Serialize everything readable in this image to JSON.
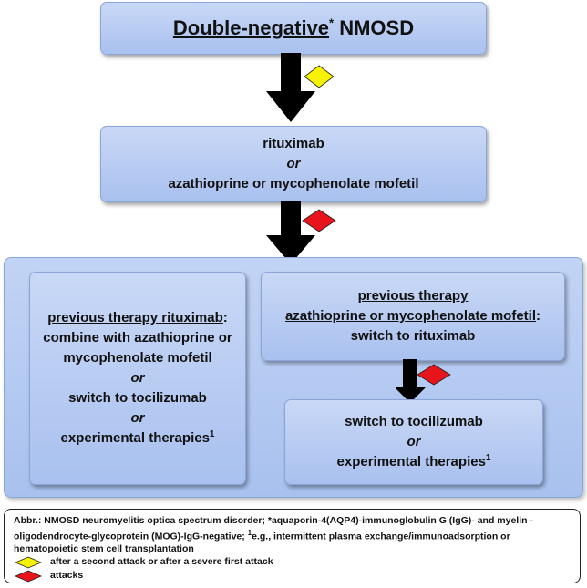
{
  "top_box": {
    "title_underlined": "Double-negative",
    "title_star": "*",
    "title_rest": " NMOSD"
  },
  "second_box": {
    "line1": "rituximab",
    "line2": "or",
    "line3": "azathioprine or mycophenolate mofetil"
  },
  "left_box": {
    "heading": "previous therapy rituximab",
    "heading_colon": ":",
    "line1": "combine with azathioprine or",
    "line2": "mycophenolate mofetil",
    "or1": "or",
    "line3": "switch to tocilizumab",
    "or2": "or",
    "line4": "experimental therapies",
    "line4_sup": "1"
  },
  "right_top_box": {
    "heading1": "previous therapy",
    "heading2": "azathioprine or mycophenolate mofetil",
    "heading2_colon": ":",
    "line1": "switch to rituximab"
  },
  "right_bottom_box": {
    "line1": "switch to tocilizumab",
    "or": "or",
    "line2": "experimental therapies",
    "line2_sup": "1"
  },
  "legend": {
    "abbr": "Abbr.: NMOSD neuromyelitis optica spectrum disorder; *aquaporin-4(AQP4)-immunoglobulin G (IgG)- and myelin -oligodendrocyte-glycoprotein (MOG)-IgG-negative; ",
    "abbr_sup": "1",
    "abbr_end": "e.g., intermittent plasma exchange/immunoadsorption or hematopoietic stem cell transplantation",
    "yellow_label": "after a second attack or after a severe first attack",
    "red_label": "attacks",
    "yellow_color": "#f7f200",
    "red_color": "#e8141b"
  }
}
